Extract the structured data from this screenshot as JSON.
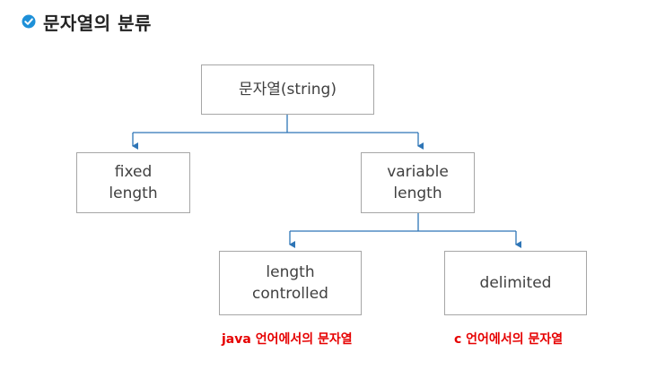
{
  "header": {
    "title": "문자열의 분류",
    "icon": "check-circle-icon",
    "icon_color": "#1e90d8"
  },
  "diagram": {
    "nodes": {
      "root": "문자열(string)",
      "fixed": "fixed\nlength",
      "variable": "variable\nlength",
      "length_controlled": "length\ncontrolled",
      "delimited": "delimited"
    },
    "notes": {
      "java": "java 언어에서의 문자열",
      "c": "c 언어에서의 문자열"
    },
    "colors": {
      "connector": "#2e75b6",
      "note": "#e60000",
      "box_border": "#a6a6a6",
      "text": "#404040"
    }
  }
}
